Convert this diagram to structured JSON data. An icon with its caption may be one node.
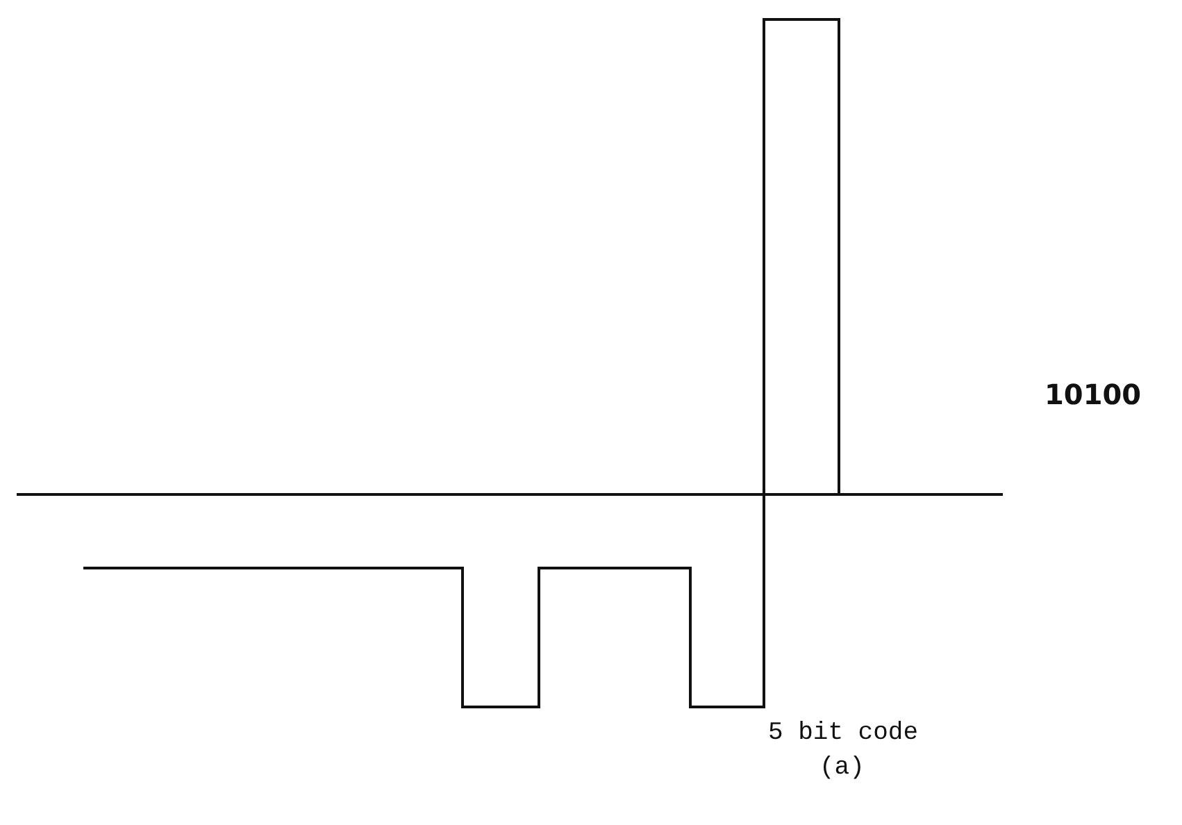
{
  "diagram": {
    "caption": "(a)",
    "labels": [
      "10100",
      "5 bit code"
    ]
  }
}
